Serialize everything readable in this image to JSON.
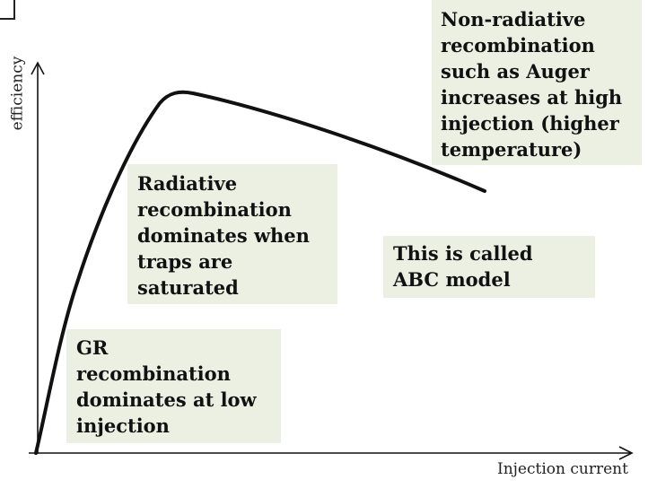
{
  "axes": {
    "x_label": "Injection current",
    "y_label": "efficiency"
  },
  "notes": {
    "gr": "GR\nrecombination\ndominates at low\ninjection",
    "radiative": "Radiative\nrecombination\ndominates when\ntraps are\nsaturated",
    "abc": "This is called\nABC model",
    "auger": "Non-radiative\nrecombination\nsuch as Auger\nincreases at high\ninjection (higher\ntemperature)"
  },
  "colors": {
    "note_background": "#ecf0e3",
    "line": "#111111"
  }
}
